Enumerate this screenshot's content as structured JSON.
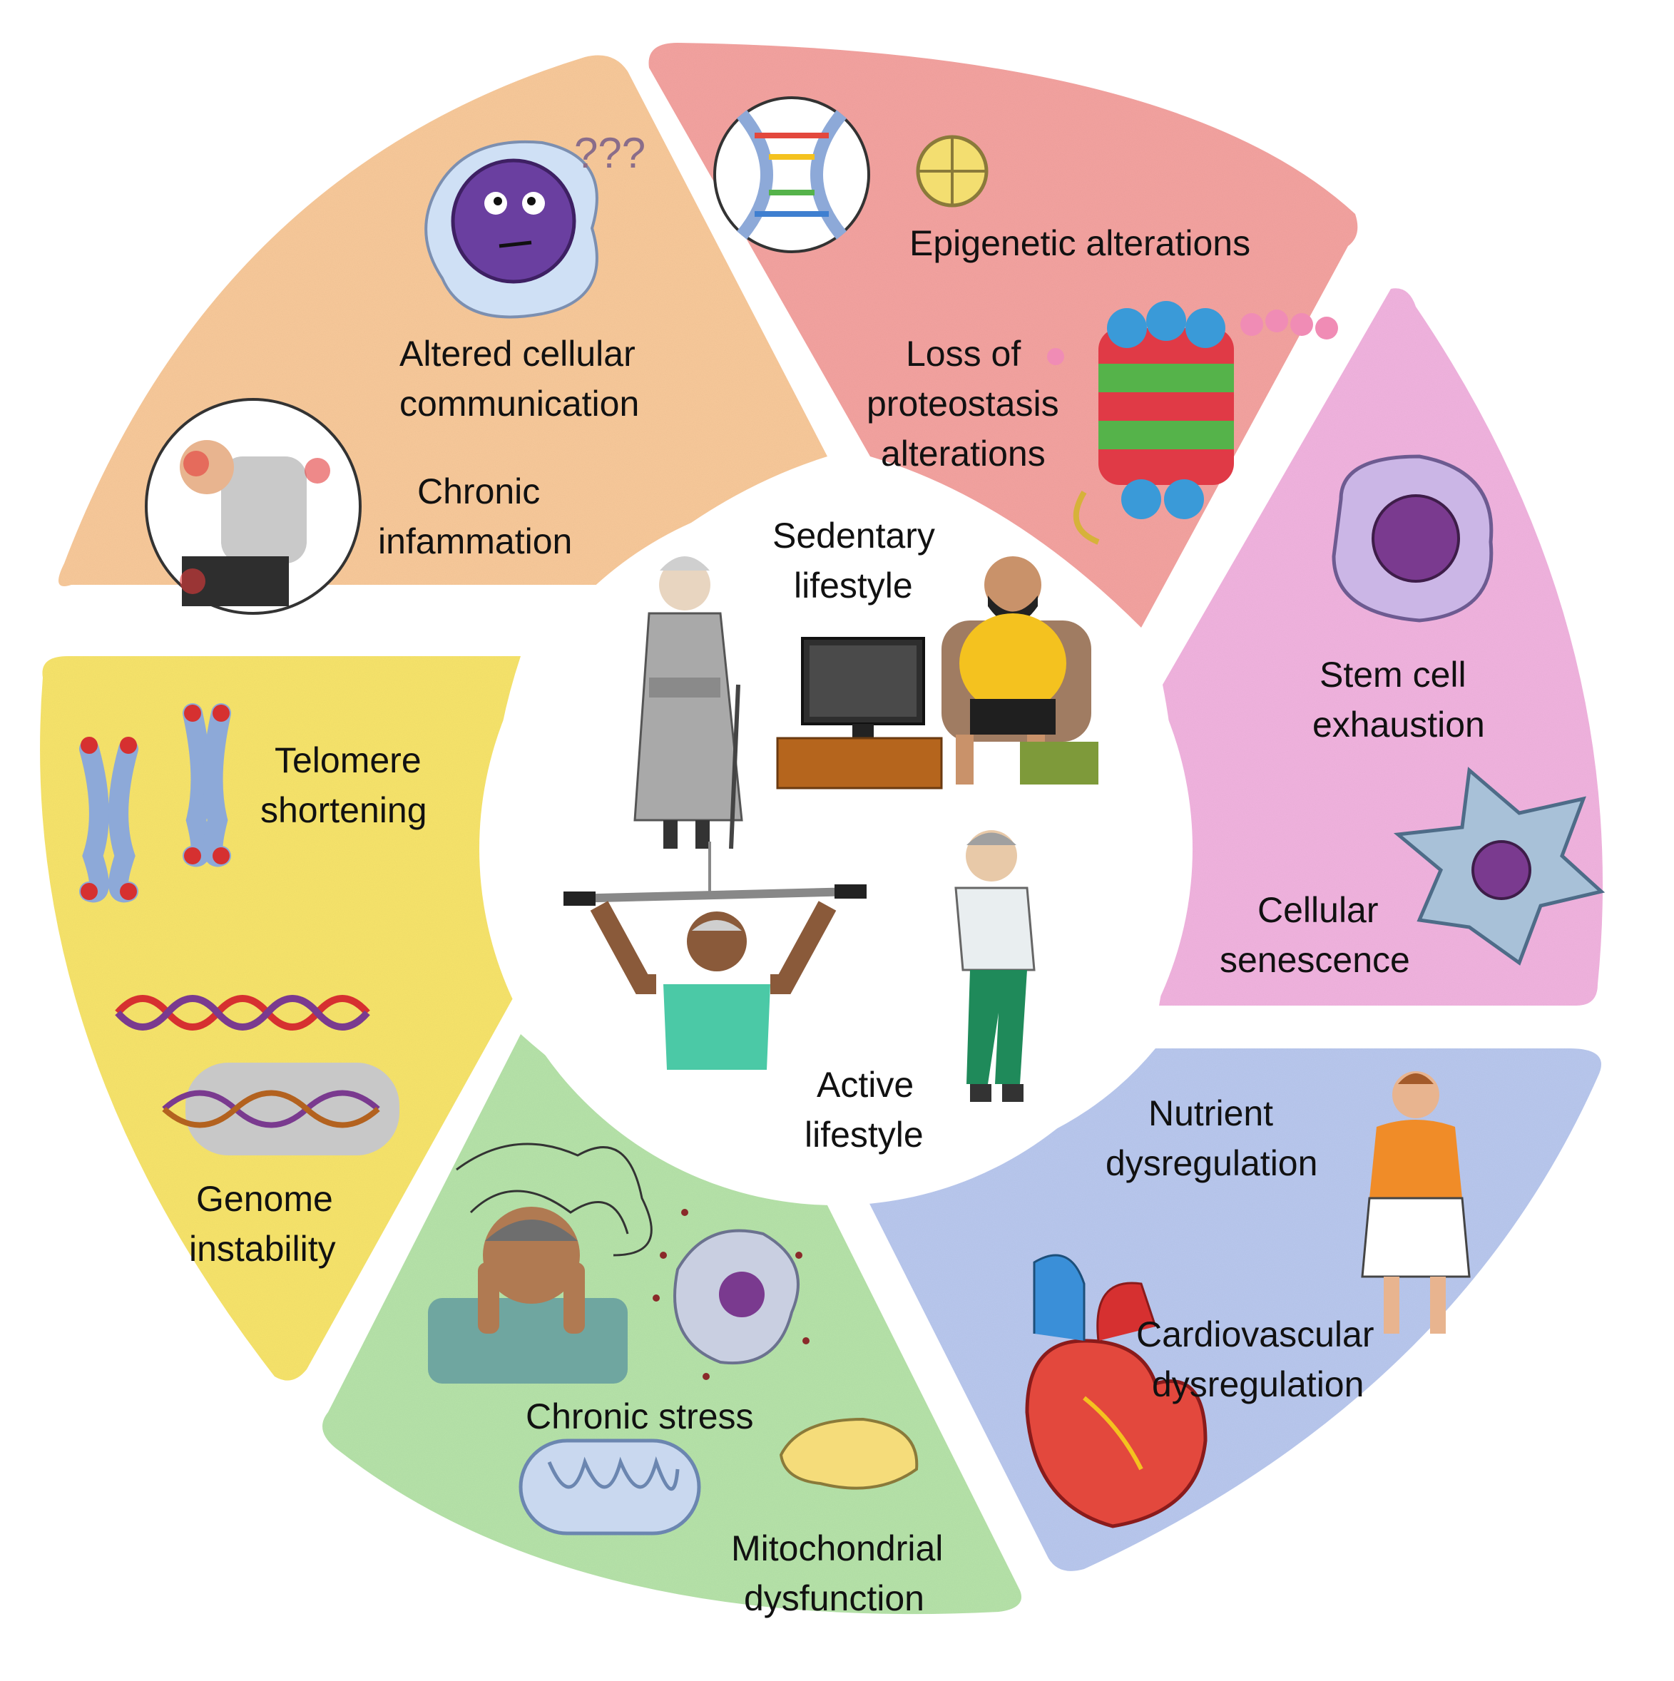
{
  "colors": {
    "orange": "#f8c99a",
    "salmon": "#f4a3a0",
    "pink": "#f1b3df",
    "blue": "#b9c8ee",
    "green": "#b6e3a9",
    "yellow": "#f7e46b",
    "center": "#ffffff"
  },
  "center": {
    "sedentary_line1": "Sedentary",
    "sedentary_line2": "lifestyle",
    "active_line1": "Active",
    "active_line2": "lifestyle"
  },
  "segments": {
    "orange": {
      "label1_line1": "Altered cellular",
      "label1_line2": "communication",
      "label2_line1": "Chronic",
      "label2_line2": "infammation",
      "icons": [
        "confused-immune-cell-icon",
        "inflamed-person-icon"
      ]
    },
    "salmon": {
      "label1_line1": "Epigenetic alterations",
      "label2_line1": "Loss of",
      "label2_line2": "proteostasis",
      "label2_line3": "alterations",
      "icons": [
        "dna-methylation-icon",
        "proteasome-icon"
      ]
    },
    "pink": {
      "label1_line1": "Stem cell",
      "label1_line2": "exhaustion",
      "label2_line1": "Cellular",
      "label2_line2": "senescence",
      "icons": [
        "stem-cell-icon",
        "senescent-cell-icon"
      ]
    },
    "blue": {
      "label1_line1": "Nutrient",
      "label1_line2": "dysregulation",
      "label2_line1": "Cardiovascular",
      "label2_line2": "dysregulation",
      "icons": [
        "obese-woman-icon",
        "heart-icon"
      ]
    },
    "green": {
      "label1_line1": "Chronic stress",
      "label2_line1": "Mitochondrial",
      "label2_line2": "dysfunction",
      "icons": [
        "stressed-man-icon",
        "damaged-cell-icon",
        "mitochondrion-icon"
      ]
    },
    "yellow": {
      "label1_line1": "Telomere",
      "label1_line2": "shortening",
      "label2_line1": "Genome",
      "label2_line2": "instability",
      "icons": [
        "chromosome-icon",
        "dna-helix-icon"
      ]
    }
  }
}
